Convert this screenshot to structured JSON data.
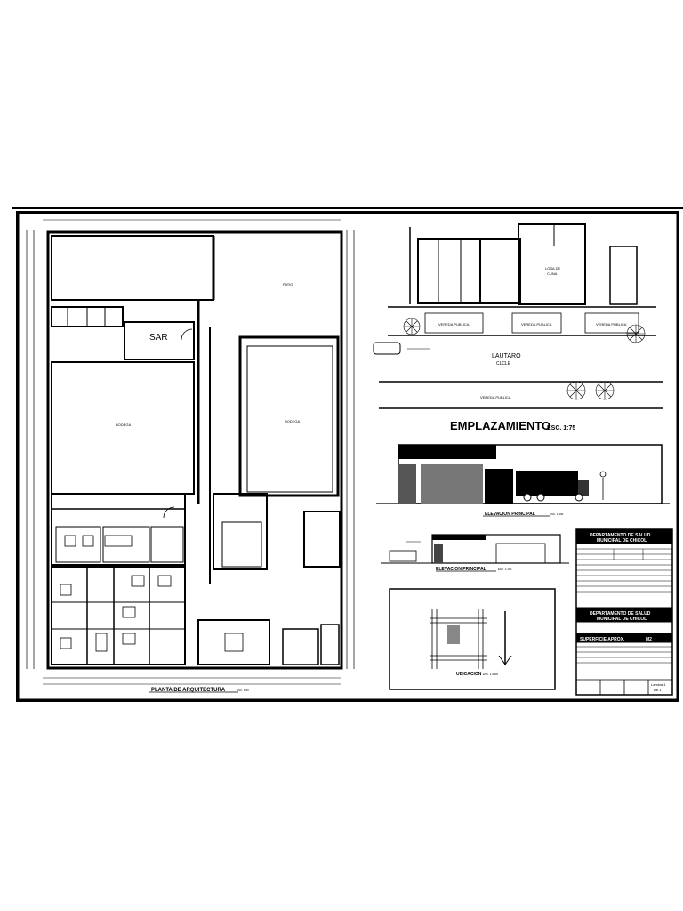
{
  "plan": {
    "title": "PLANTA DE ARQUITECTURA",
    "scale": "ESC. 1:50",
    "patio_label": "PATIO",
    "sar_label": "SAR",
    "rooms": {
      "bodega_1": "BODEGA",
      "bodega_2": "BODEGA"
    }
  },
  "site": {
    "title": "EMPLAZAMIENTO",
    "scale": "ESC. 1:75",
    "street_name": "LAUTARO",
    "street_sub": "CLCLE",
    "sidewalk_labels": [
      "VEREDA PUBLICA",
      "VEREDA PUBLICA",
      "VEREDA PUBLICA",
      "VEREDA PUBLICA"
    ],
    "area_label_1": "LOSA DE",
    "area_label_2": "CUNA"
  },
  "elevations": {
    "main_1": "ELEVACION PRINCIPAL",
    "main_1_scale": "ESC. 1:100",
    "main_2": "ELEVACION PRINCIPAL",
    "main_2_scale": "ESC. 1:100"
  },
  "location": {
    "title": "UBICACION",
    "scale": "ESC. 1:2000"
  },
  "title_block": {
    "org_1": "DEPARTAMENTO DE SALUD",
    "org_1_sub": "MUNICIPAL DE CHICOL",
    "org_2": "DEPARTAMENTO DE SALUD",
    "org_2_sub": "MUNICIPAL DE CHICOL",
    "area_label": "SUPERFICIE APROX.",
    "area_unit": "M2",
    "sheet_label": "Lamina 1",
    "sheet_of": "De 1"
  }
}
